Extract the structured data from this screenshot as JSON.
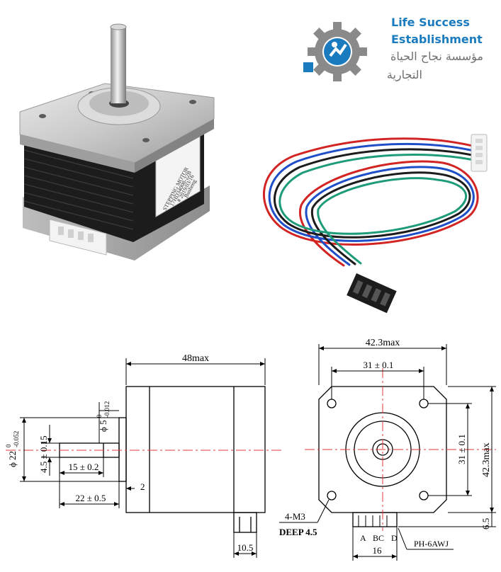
{
  "logo": {
    "name_en_line1": "Life Success",
    "name_en_line2": "Establishment",
    "name_ar_line1": "مؤسسة نجاح الحياة",
    "name_ar_line2": "التجارية",
    "colors": {
      "text": "#1b7bbf",
      "gear": "#8a8a8a",
      "arabic": "#6f6f6f"
    }
  },
  "motor_photo": {
    "label_lines": [
      "STEPPING MOTOR",
      "17HD34008-22B",
      "# 2019/03/16",
      "Busheng"
    ]
  },
  "side_view": {
    "total_length": "48max",
    "shaft_dia": "5",
    "shaft_dia_tol_upper": "0",
    "shaft_dia_tol_lower": "-0.012",
    "boss_dia": "22",
    "boss_dia_tol_upper": "0",
    "boss_dia_tol_lower": "-0.052",
    "flat_depth": "4.5 ± 0.15",
    "flat_length": "15 ± 0.2",
    "shaft_length": "22 ± 0.5",
    "boss_height": "2",
    "connector_length": "10.5"
  },
  "front_view": {
    "width": "42.3max",
    "height": "42.3max",
    "hole_spacing_h": "31 ± 0.1",
    "hole_spacing_v": "31 ± 0.1",
    "holes": "4-M3",
    "hole_depth": "DEEP 4.5",
    "connector_offset": "6.5",
    "connector_width": "16",
    "pins": [
      "A",
      "BC",
      "D"
    ],
    "connector_type": "PH-6AWJ"
  }
}
